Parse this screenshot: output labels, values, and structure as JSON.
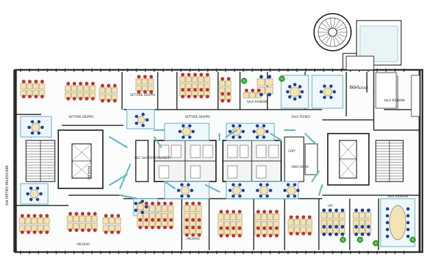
{
  "labels": {
    "street": "VIA PIETRO PALEOCAPA",
    "ingresso": "INGRESSO",
    "self_service": "SELF SHOPSTATION POSTA",
    "settore_1": "SETTORE GRUPPO",
    "settore_2": "SETTORE GRUPPO",
    "settore_3": "SETTORE GRUPPO",
    "sala_riunioni": "SALA RIUNIONI",
    "sala_tecnici": "SALA TECNICI",
    "sala_server": "SALA SERVER",
    "sala_riunioni_2": "SALA RIUNIONI",
    "area_relax": "AREA RELAX",
    "copy": "COPY",
    "archivio": "ARCHIVIO",
    "archivio_2": "ARCHIVIO",
    "sala_pranzo": "SALA RIUNIONI",
    "uff": "UFF.",
    "scala": "SCALA"
  },
  "colors": {
    "wall": "#2a2a2a",
    "desk": "#f3e3b5",
    "desk_edge": "#8a7a4a",
    "chair_red": "#c0322b",
    "chair_blue": "#1f3f9e",
    "glass": "#bfe0e8",
    "arrow": "#6ab8c8",
    "plant": "#2f9a2f",
    "floor_light": "#e8f2f4",
    "core": "#d9d9d9"
  }
}
